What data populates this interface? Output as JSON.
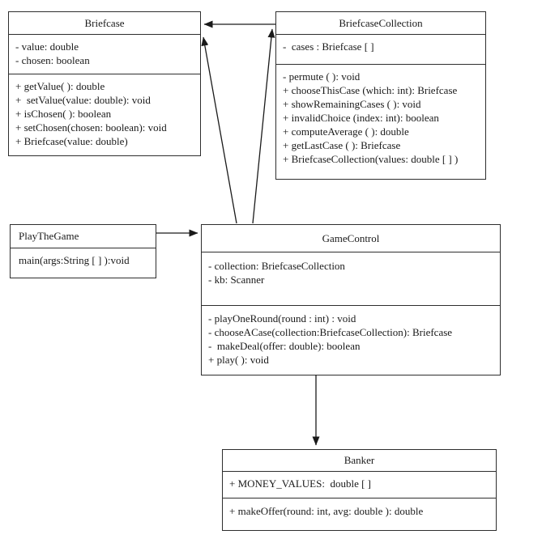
{
  "classes": {
    "briefcase": {
      "title": "Briefcase",
      "attributes": [
        "- value: double",
        "- chosen: boolean"
      ],
      "methods": [
        "+ getValue( ): double",
        "+  setValue(value: double): void",
        "+ isChosen( ): boolean",
        "+ setChosen(chosen: boolean): void",
        "+ Briefcase(value: double)"
      ]
    },
    "briefcase_collection": {
      "title": "BriefcaseCollection",
      "attributes": [
        "-  cases : Briefcase [ ]"
      ],
      "methods": [
        "- permute ( ): void",
        "+ chooseThisCase (which: int): Briefcase",
        "+ showRemainingCases ( ): void",
        "+ invalidChoice (index: int): boolean",
        "+ computeAverage ( ): double",
        "+ getLastCase ( ): Briefcase",
        "+ BriefcaseCollection(values: double [ ] )"
      ]
    },
    "play_the_game": {
      "title": "PlayTheGame",
      "methods": [
        "main(args:String [ ] ):void"
      ]
    },
    "game_control": {
      "title": "GameControl",
      "attributes": [
        "- collection: BriefcaseCollection",
        "- kb: Scanner"
      ],
      "methods": [
        "- playOneRound(round : int) : void",
        "- chooseACase(collection:BriefcaseCollection): Briefcase",
        "-  makeDeal(offer: double): boolean",
        "+ play( ): void"
      ]
    },
    "banker": {
      "title": "Banker",
      "attributes": [
        "+ MONEY_VALUES:  double [ ]"
      ],
      "methods": [
        "+ makeOffer(round: int, avg: double ): double"
      ]
    }
  },
  "relationships": [
    {
      "from": "BriefcaseCollection",
      "to": "Briefcase",
      "type": "directed association"
    },
    {
      "from": "GameControl",
      "to": "Briefcase",
      "type": "directed association"
    },
    {
      "from": "GameControl",
      "to": "BriefcaseCollection",
      "type": "directed association"
    },
    {
      "from": "PlayTheGame",
      "to": "GameControl",
      "type": "directed association"
    },
    {
      "from": "GameControl",
      "to": "Banker",
      "type": "directed association"
    }
  ],
  "colors": {
    "background": "#ffffff",
    "border": "#2e2e2e",
    "text": "#1a1a1a",
    "arrow": "#1a1a1a"
  }
}
